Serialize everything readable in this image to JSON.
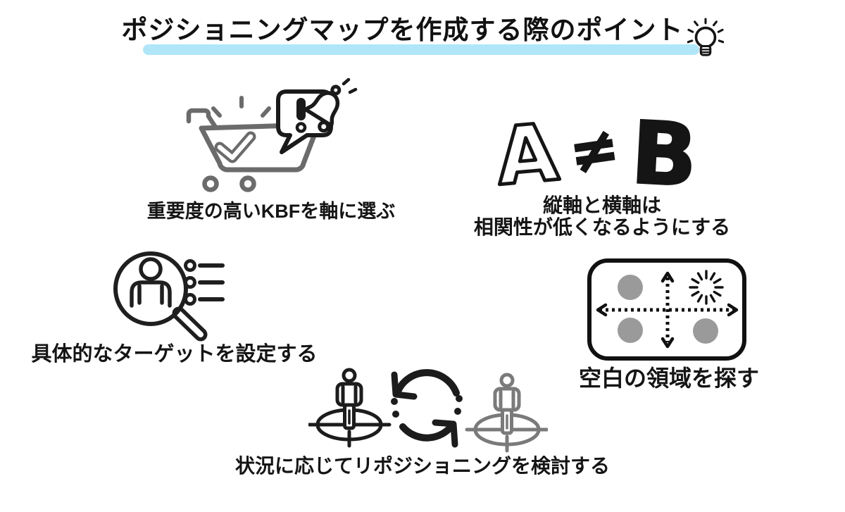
{
  "header": {
    "title": "ポジショニングマップを作成する際のポイント",
    "icon": "lightbulb"
  },
  "points": [
    {
      "id": "kbf-axis",
      "icon": "shopping-cart-alert",
      "caption": "重要度の高いKBFを軸に選ぶ"
    },
    {
      "id": "low-correlation",
      "icon": "a-not-equal-b",
      "caption": "縦軸と横軸は\n相関性が低くなるようにする",
      "letters": {
        "left": "A",
        "relation": "≠",
        "right": "B"
      }
    },
    {
      "id": "specific-target",
      "icon": "person-search",
      "caption": "具体的なターゲットを設定する"
    },
    {
      "id": "blank-area",
      "icon": "positioning-map",
      "caption": "空白の領域を探す"
    },
    {
      "id": "repositioning",
      "icon": "repositioning-cycle",
      "caption": "状況に応じてリポジショニングを検討する"
    }
  ],
  "colors": {
    "background": "#ffffff",
    "ink": "#1a1a1a",
    "icon_gray": "#6b6b6b",
    "map_dot_gray": "#9a9a9a",
    "person_gray": "#7a7a7a",
    "title_highlight": "#b0e6f8"
  }
}
